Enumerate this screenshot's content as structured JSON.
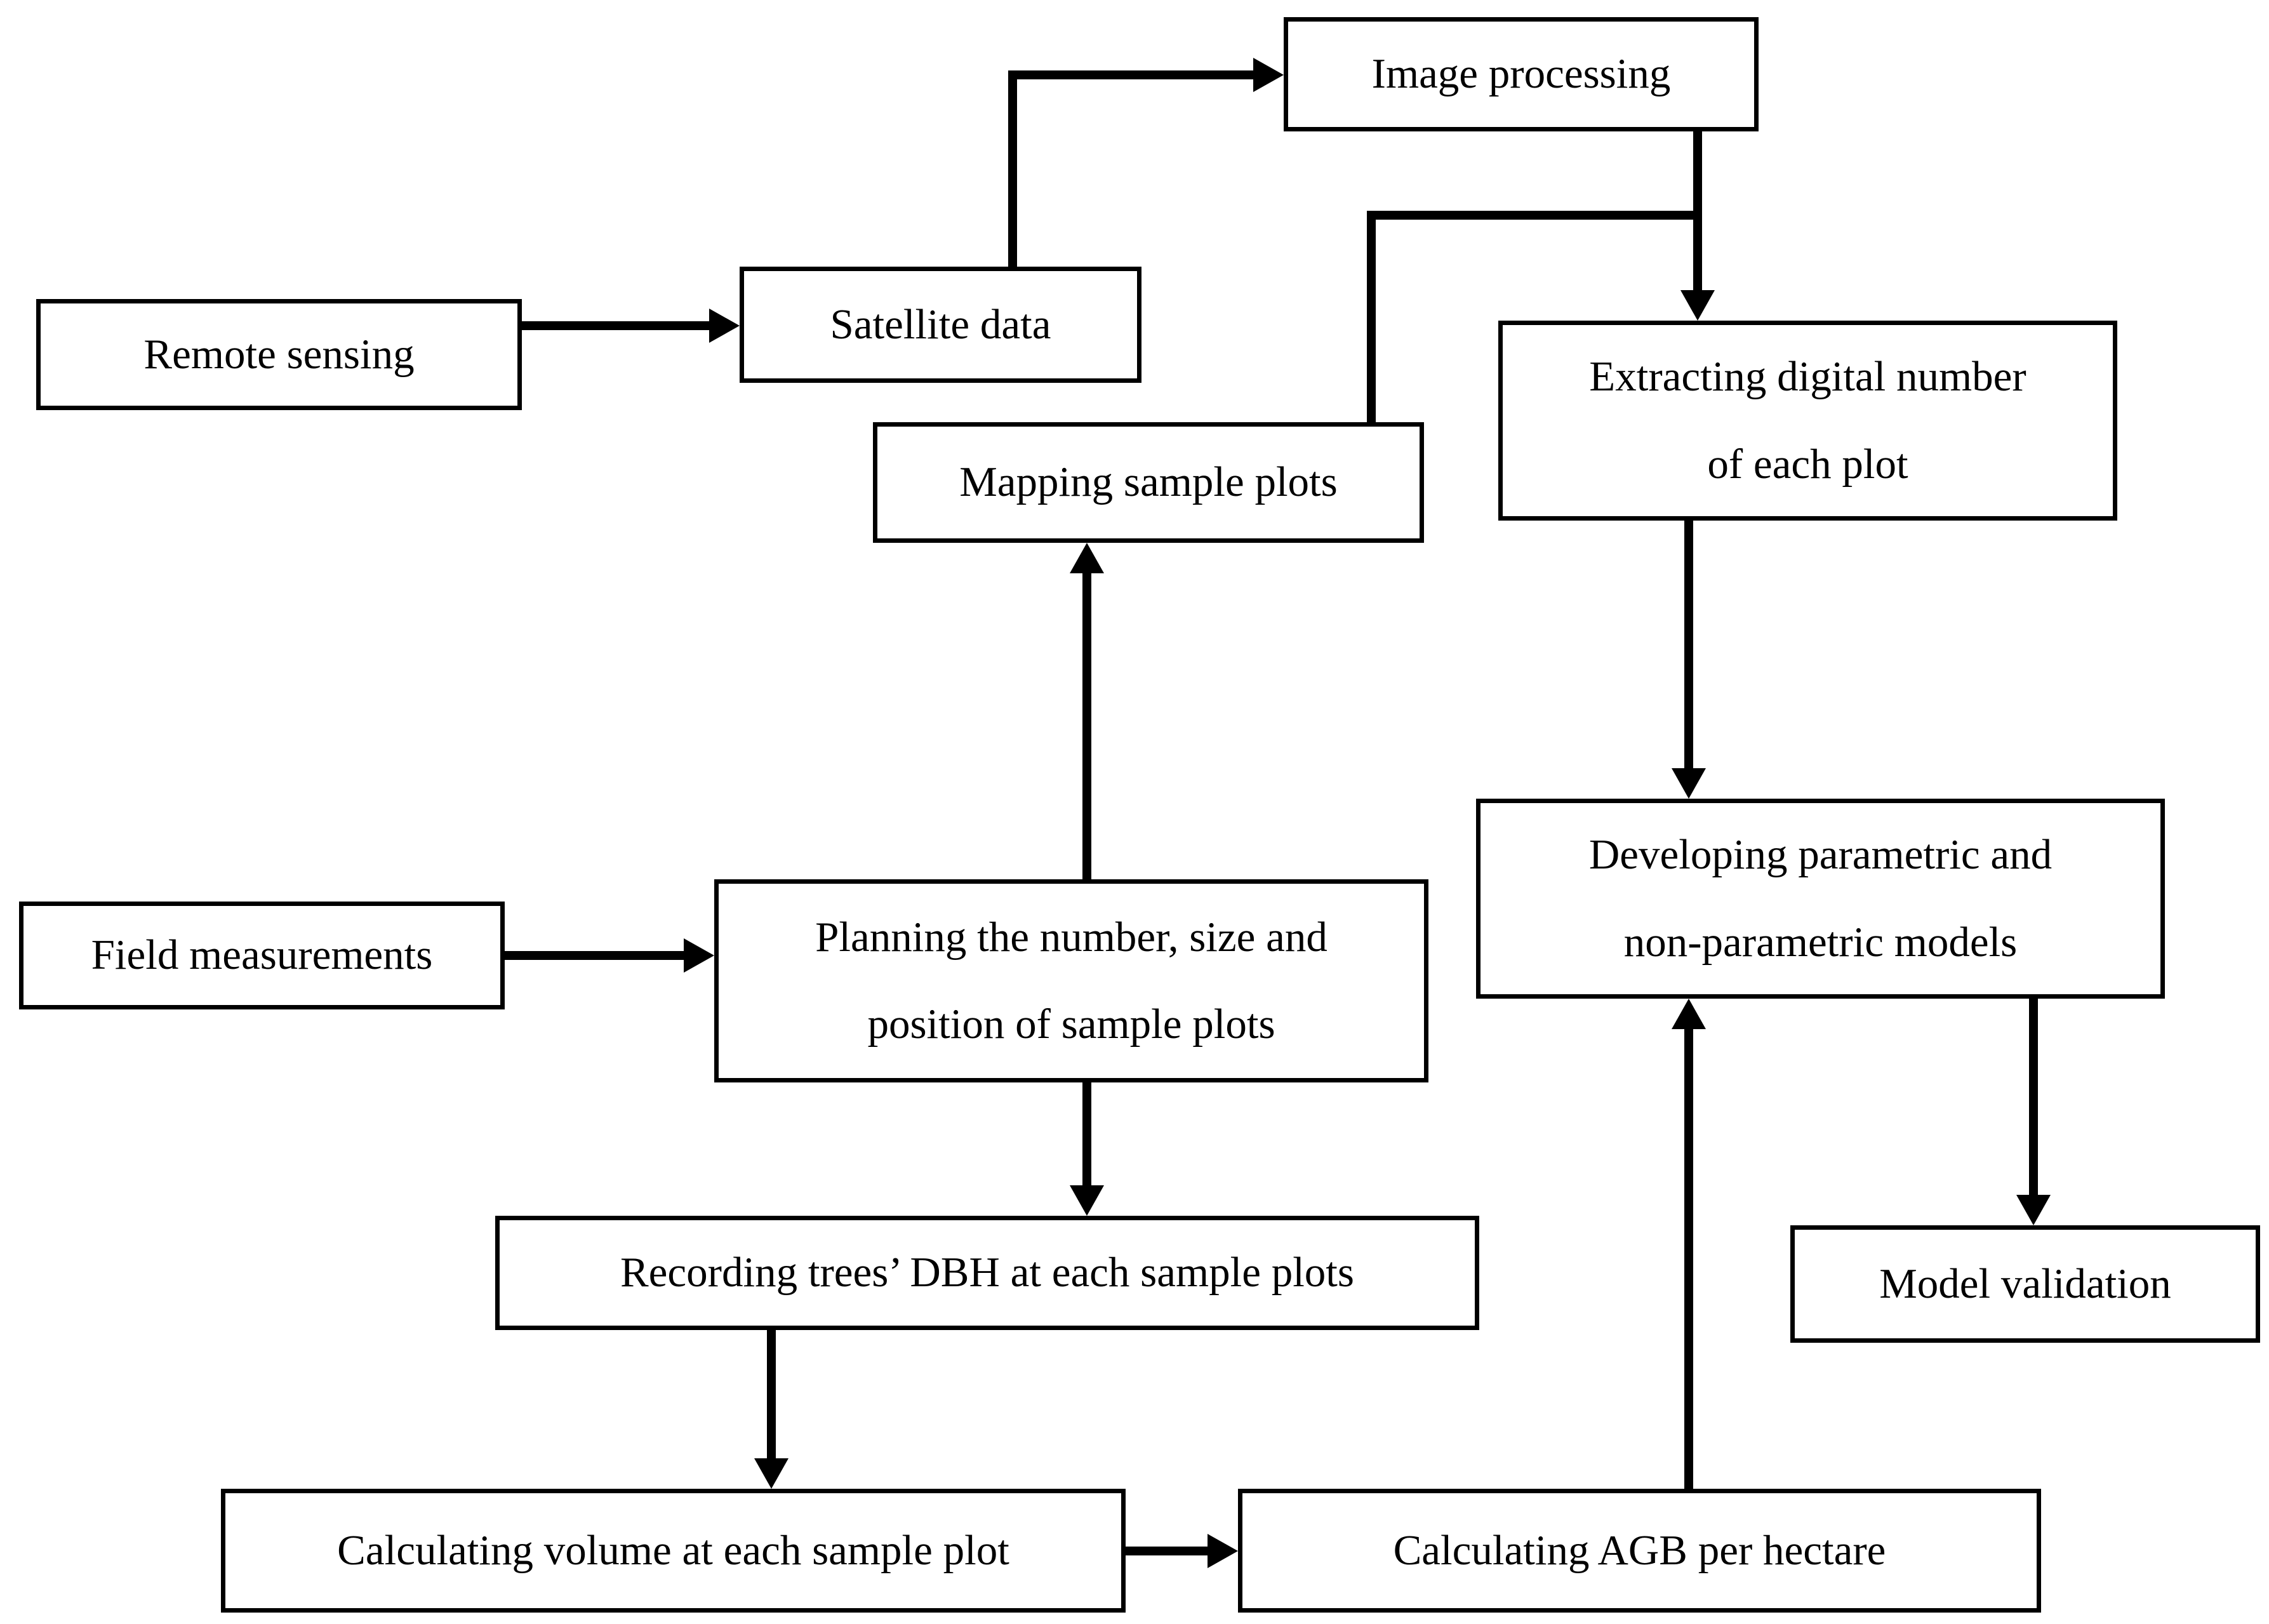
{
  "diagram": {
    "nodes": {
      "remote_sensing": "Remote sensing",
      "satellite_data": "Satellite data",
      "image_processing": "Image processing",
      "mapping_sample_plots": "Mapping sample plots",
      "extracting_digital_number": "Extracting digital number\nof each plot",
      "field_measurements": "Field measurements",
      "planning_sample_plots": "Planning the number, size and\nposition of sample plots",
      "developing_models": "Developing parametric and\nnon-parametric models",
      "recording_dbh": "Recording trees’ DBH at each sample plots",
      "model_validation": "Model validation",
      "calculating_volume": "Calculating volume at each sample plot",
      "calculating_agb": "Calculating AGB per hectare"
    },
    "edges": [
      {
        "from": "remote_sensing",
        "to": "satellite_data"
      },
      {
        "from": "satellite_data",
        "to": "image_processing"
      },
      {
        "from": "image_processing",
        "to": "extracting_digital_number"
      },
      {
        "from": "image_processing",
        "to": "mapping_sample_plots"
      },
      {
        "from": "planning_sample_plots",
        "to": "mapping_sample_plots"
      },
      {
        "from": "field_measurements",
        "to": "planning_sample_plots"
      },
      {
        "from": "planning_sample_plots",
        "to": "recording_dbh"
      },
      {
        "from": "recording_dbh",
        "to": "calculating_volume"
      },
      {
        "from": "calculating_volume",
        "to": "calculating_agb"
      },
      {
        "from": "calculating_agb",
        "to": "developing_models"
      },
      {
        "from": "extracting_digital_number",
        "to": "developing_models"
      },
      {
        "from": "developing_models",
        "to": "model_validation"
      }
    ],
    "colors": {
      "line": "#000000",
      "text": "#000000",
      "box_background": "#ffffff",
      "page_background": "#ffffff"
    }
  }
}
